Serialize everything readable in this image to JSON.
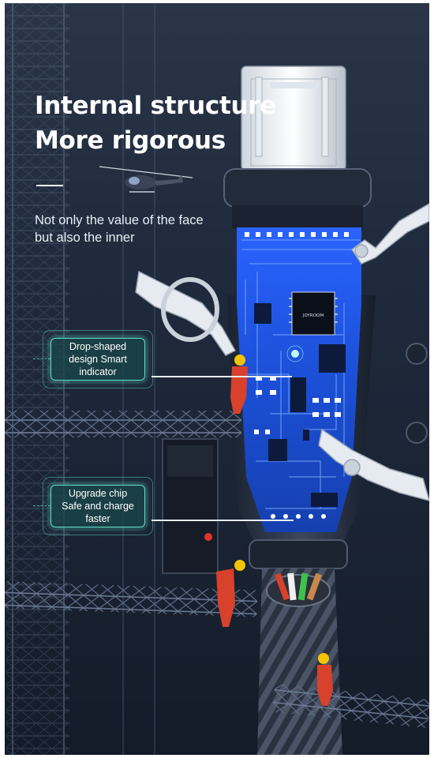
{
  "headline": {
    "line1": "Internal structure",
    "line2": "More rigorous"
  },
  "subtext": {
    "line1": "Not only the value of the face",
    "line2": "but also the inner"
  },
  "callouts": [
    {
      "lines": [
        "Drop-shaped",
        "design Smart",
        "indicator"
      ]
    },
    {
      "lines": [
        "Upgrade chip",
        "Safe and charge",
        "faster"
      ]
    }
  ],
  "chip_label": "JOYROOM",
  "colors": {
    "background": "#1f2a3c",
    "circuit_board": "#1e4fd8",
    "callout_border": "#5fe0c8",
    "worker_suit": "#d8412b",
    "helmet": "#f2c300"
  },
  "icons": [
    "helicopter-icon",
    "robot-arm-icon",
    "worker-icon",
    "chip-icon"
  ]
}
